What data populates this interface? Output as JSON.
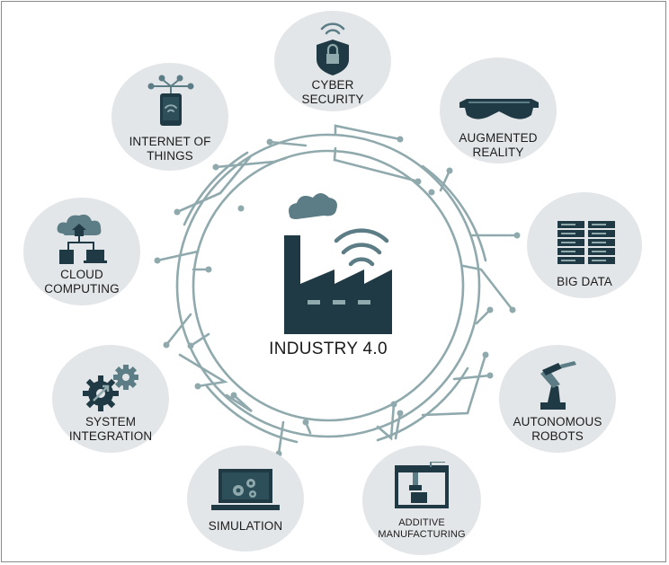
{
  "center": {
    "label": "INDUSTRY 4.0",
    "icon": "factory-wifi-icon"
  },
  "nodes": [
    {
      "id": "cyber-security",
      "lines": [
        "CYBER",
        "SECURITY"
      ],
      "icon": "shield-lock-wifi-icon"
    },
    {
      "id": "augmented-reality",
      "lines": [
        "AUGMENTED",
        "REALITY"
      ],
      "icon": "vr-headset-icon"
    },
    {
      "id": "big-data",
      "lines": [
        "BIG DATA"
      ],
      "icon": "server-rack-icon"
    },
    {
      "id": "autonomous-robots",
      "lines": [
        "AUTONOMOUS",
        "ROBOTS"
      ],
      "icon": "robot-arm-icon"
    },
    {
      "id": "additive-manufacturing",
      "lines": [
        "ADDITIVE",
        "MANUFACTURING"
      ],
      "icon": "3d-printer-icon"
    },
    {
      "id": "simulation",
      "lines": [
        "SIMULATION"
      ],
      "icon": "laptop-gears-icon"
    },
    {
      "id": "system-integration",
      "lines": [
        "SYSTEM",
        "INTEGRATION"
      ],
      "icon": "gears-icon"
    },
    {
      "id": "cloud-computing",
      "lines": [
        "CLOUD",
        "COMPUTING"
      ],
      "icon": "cloud-network-icon"
    },
    {
      "id": "internet-of-things",
      "lines": [
        "INTERNET OF",
        "THINGS"
      ],
      "icon": "iot-tablet-icon"
    }
  ],
  "colors": {
    "node_bg": "#e3e6e8",
    "icon_dark": "#1f3a44",
    "icon_mid": "#5c7d86",
    "circuit": "#8fa9ad",
    "text": "#1c1c1c"
  }
}
